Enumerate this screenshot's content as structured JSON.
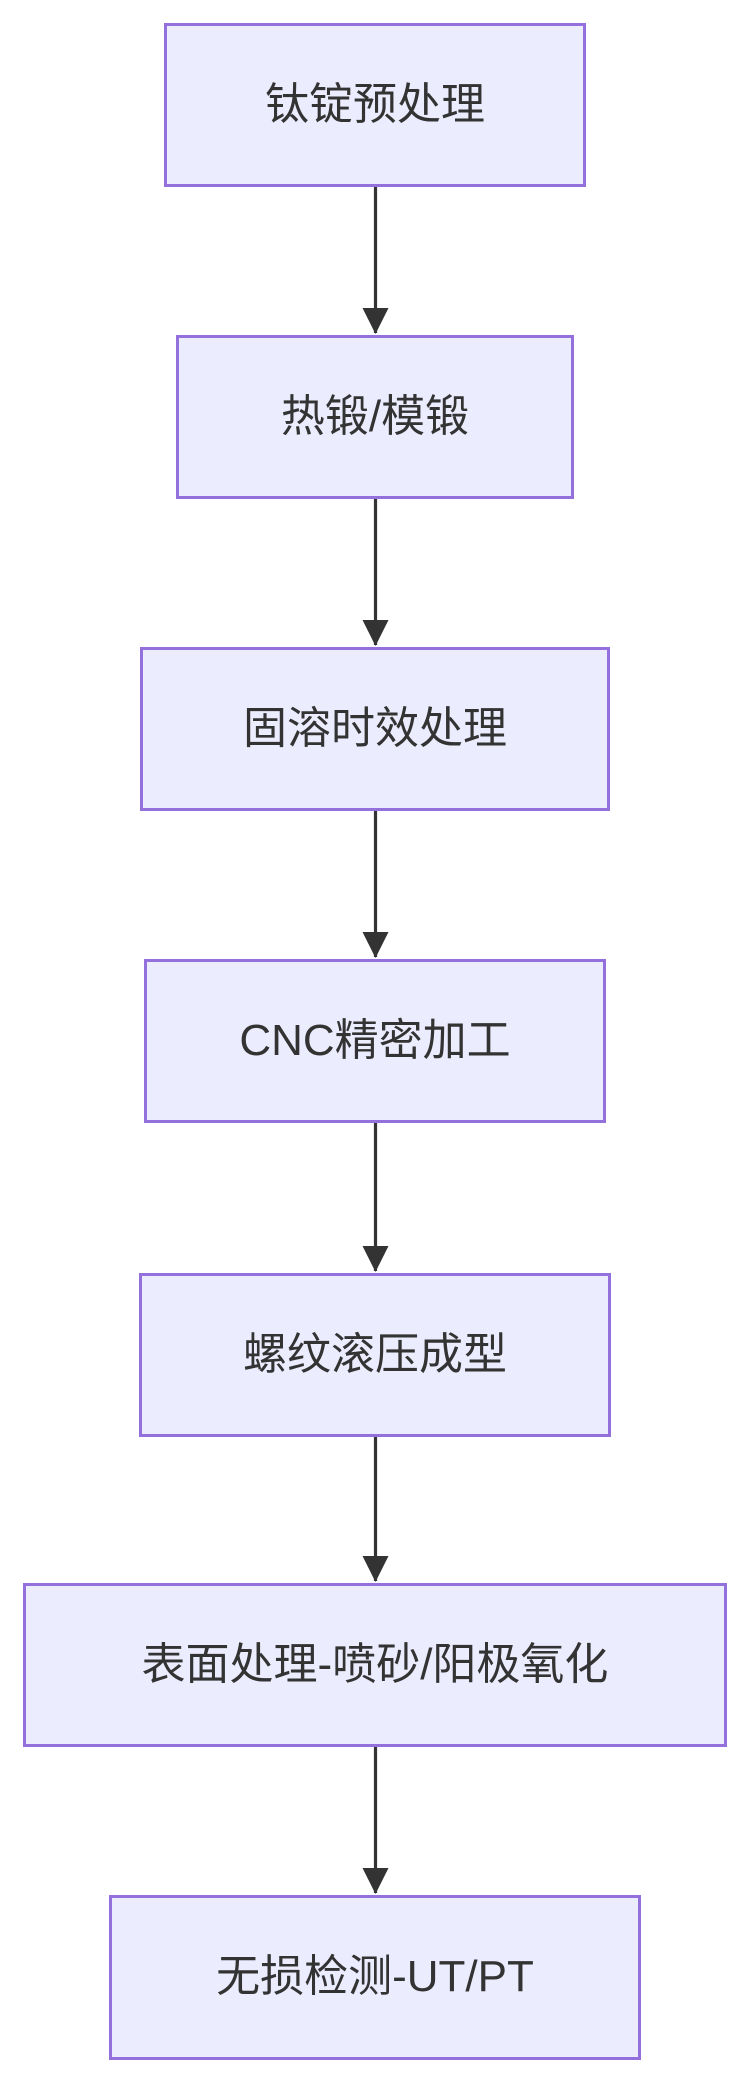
{
  "diagram": {
    "type": "flowchart",
    "direction": "top-down",
    "nodes": [
      {
        "id": "n1",
        "label": "钛锭预处理"
      },
      {
        "id": "n2",
        "label": "热锻/模锻"
      },
      {
        "id": "n3",
        "label": "固溶时效处理"
      },
      {
        "id": "n4",
        "label": "CNC精密加工"
      },
      {
        "id": "n5",
        "label": "螺纹滚压成型"
      },
      {
        "id": "n6",
        "label": "表面处理-喷砂/阳极氧化"
      },
      {
        "id": "n7",
        "label": "无损检测-UT/PT"
      }
    ],
    "edges": [
      {
        "from": "n1",
        "to": "n2"
      },
      {
        "from": "n2",
        "to": "n3"
      },
      {
        "from": "n3",
        "to": "n4"
      },
      {
        "from": "n4",
        "to": "n5"
      },
      {
        "from": "n5",
        "to": "n6"
      },
      {
        "from": "n6",
        "to": "n7"
      }
    ],
    "colors": {
      "node_fill": "#ECECFF",
      "node_border": "#9370DB",
      "node_text": "#333333",
      "arrow": "#333333",
      "background": "#FFFFFF"
    }
  }
}
